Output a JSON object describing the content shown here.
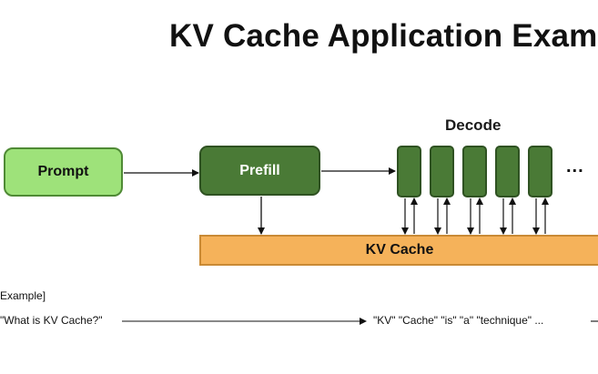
{
  "title": "KV Cache Application Examp",
  "diagram": {
    "prompt_label": "Prompt",
    "prefill_label": "Prefill",
    "decode_label": "Decode",
    "kv_cache_label": "KV Cache",
    "ellipsis": "...",
    "decode_box_count": 5
  },
  "example": {
    "label": "Example]",
    "input": "\"What is KV Cache?\"",
    "output": "\"KV\" \"Cache\" \"is\" \"a\" \"technique\" ..."
  },
  "colors": {
    "prompt_fill": "#9ee27a",
    "dark_green": "#4a7a36",
    "kv_cache_fill": "#f5b25a"
  }
}
